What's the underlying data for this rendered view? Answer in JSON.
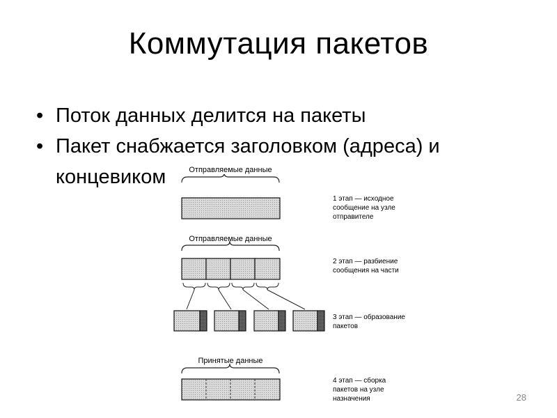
{
  "slide": {
    "title": "Коммутация пакетов",
    "bullets": [
      "Поток данных делится на пакеты",
      "Пакет снабжается заголовком (адреса) и концевиком"
    ],
    "page_number": "28"
  },
  "diagram": {
    "stage1": {
      "brace_label": "Отправляемые данные",
      "caption_lines": [
        "1 этап — исходное",
        "сообщение на узле",
        "отправителе"
      ]
    },
    "stage2": {
      "brace_label": "Отправляемые данные",
      "caption_lines": [
        "2 этап — разбиение",
        "сообщения на части"
      ],
      "parts": 4
    },
    "stage3": {
      "caption_lines": [
        "3 этап — образование",
        "пакетов"
      ],
      "packets": 4
    },
    "stage4": {
      "brace_label": "Принятые данные",
      "caption_lines": [
        "4 этап — сборка",
        "пакетов на узле",
        "назначения"
      ],
      "parts": 4
    },
    "colors": {
      "block_fill": "#d4d4d4",
      "header_fill": "#555555",
      "stroke": "#111111"
    }
  }
}
